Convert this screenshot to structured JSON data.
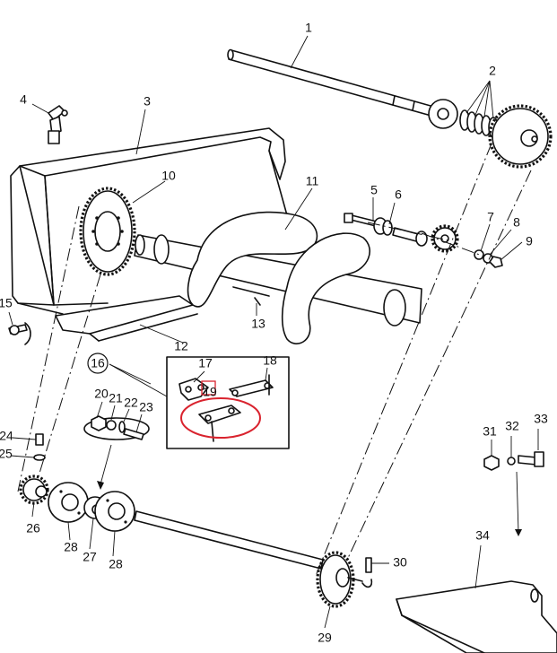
{
  "callouts": {
    "c1": "1",
    "c2": "2",
    "c3": "3",
    "c4": "4",
    "c5": "5",
    "c6": "6",
    "c7": "7",
    "c8": "8",
    "c9": "9",
    "c10": "10",
    "c11": "11",
    "c12": "12",
    "c13": "13",
    "c15": "15",
    "c16": "16",
    "c17": "17",
    "c18": "18",
    "c19": "19",
    "c20": "20",
    "c21": "21",
    "c22": "22",
    "c23": "23",
    "c24": "24",
    "c25": "25",
    "c26": "26",
    "c27": "27",
    "c28a": "28",
    "c28b": "28",
    "c29": "29",
    "c30": "30",
    "c31": "31",
    "c32": "32",
    "c33": "33",
    "c34": "34"
  },
  "colors": {
    "highlight": "#d9232e",
    "line": "#111111"
  }
}
